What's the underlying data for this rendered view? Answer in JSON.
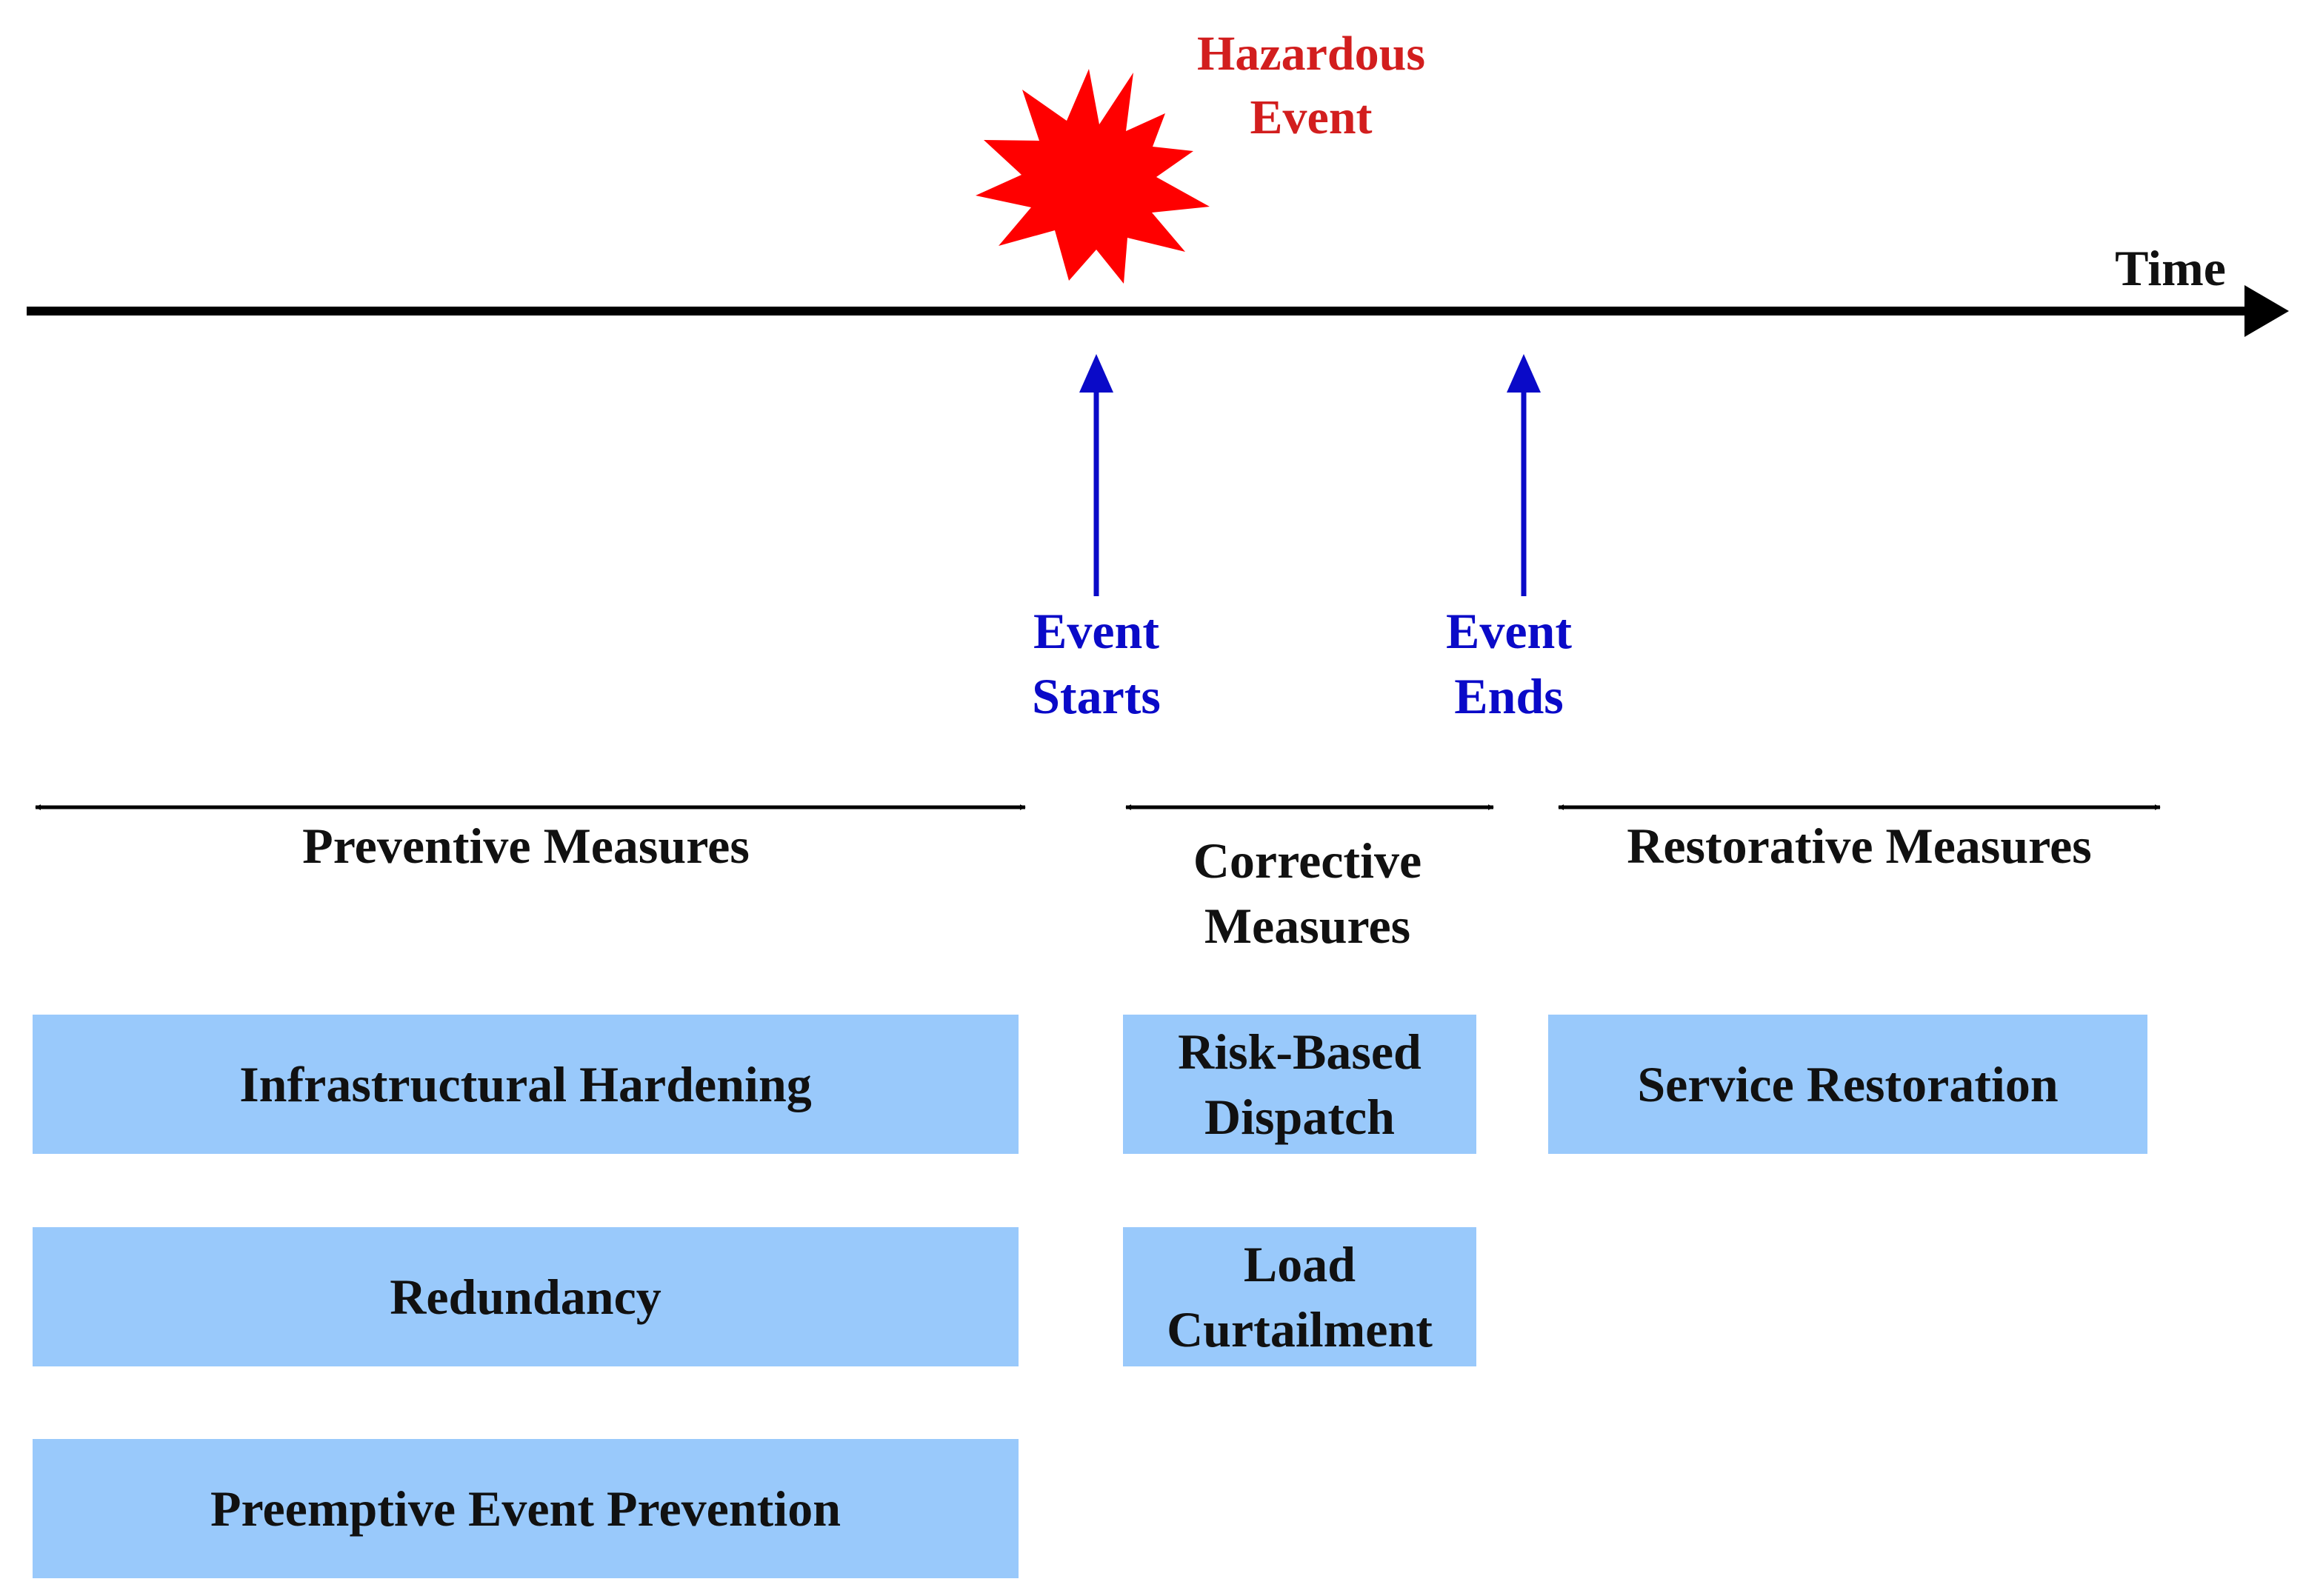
{
  "colors": {
    "axis": "#000000",
    "event_arrows": "#0a0ac8",
    "hazard_text": "#d21e1e",
    "hazard_burst": "#ff0000",
    "box_fill": "#99c9fb",
    "text": "#111111"
  },
  "hazard": {
    "line1": "Hazardous",
    "line2": "Event",
    "icon": "explosion-burst-icon"
  },
  "axis": {
    "label": "Time"
  },
  "events": {
    "start_line1": "Event",
    "start_line2": "Starts",
    "end_line1": "Event",
    "end_line2": "Ends"
  },
  "phases": {
    "preventive": "Preventive Measures",
    "corrective_line1": "Corrective",
    "corrective_line2": "Measures",
    "restorative": "Restorative Measures"
  },
  "measures": {
    "preventive": [
      "Infrastructural Hardening",
      "Redundancy",
      "Preemptive Event Prevention"
    ],
    "corrective": [
      "Risk-Based\nDispatch",
      "Load\nCurtailment"
    ],
    "restorative": [
      "Service Restoration"
    ]
  }
}
